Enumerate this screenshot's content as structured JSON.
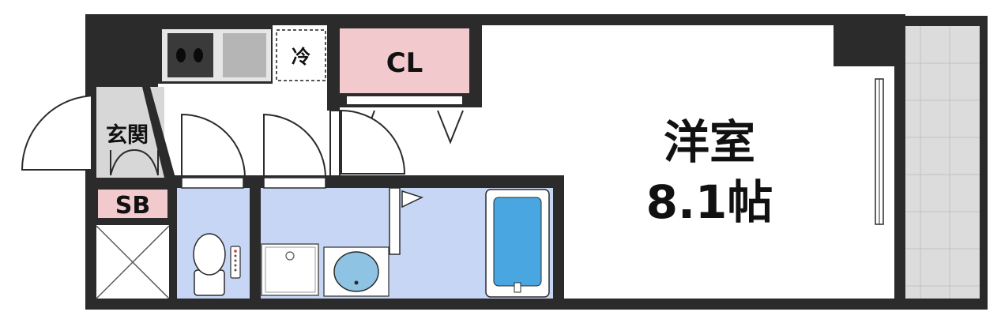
{
  "floorplan": {
    "rooms": {
      "western_room": {
        "name": "洋室",
        "size": "8.1帖"
      },
      "closet": {
        "label": "CL"
      },
      "entrance": {
        "label": "玄関"
      },
      "shoe_box": {
        "label": "SB"
      },
      "fridge_space": {
        "label": "冷"
      }
    },
    "colors": {
      "wall": "#2b2b2b",
      "floor": "#ffffff",
      "wet_area": "#c7d6f5",
      "closet": "#f2c9cc",
      "shoe_box": "#f2c9cc",
      "entrance_floor": "#d7d7d7",
      "balcony": "#dcdcdc",
      "bathtub": "#4aa6e0",
      "kitchen_stove": "#3a3a3a"
    }
  }
}
